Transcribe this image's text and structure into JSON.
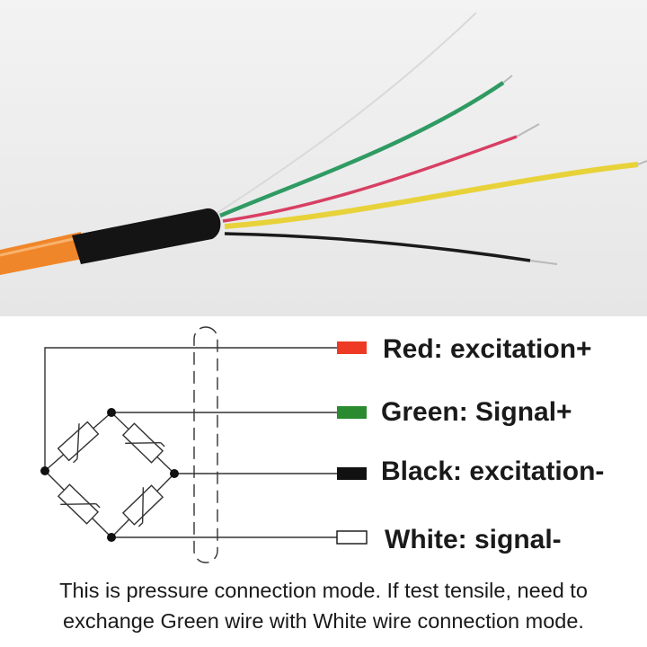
{
  "wires": [
    {
      "name": "red",
      "label": "Red: excitation+",
      "color": "#ee3a24"
    },
    {
      "name": "green",
      "label": "Green: Signal+",
      "color": "#2a8a2f"
    },
    {
      "name": "black",
      "label": "Black: excitation-",
      "color": "#111111"
    },
    {
      "name": "white",
      "label": "White: signal-",
      "color": "#ffffff"
    }
  ],
  "note": {
    "line1": "This is pressure connection mode. If test tensile, need to",
    "line2": "exchange Green wire with White wire connection mode."
  },
  "colors": {
    "cable_jacket": "#f0862a",
    "heat_shrink": "#141414",
    "wire_yellow": "#e8d23a",
    "wire_pink": "#d83f63",
    "wire_green": "#2f9b63",
    "wire_black": "#1b1b1b",
    "wire_white": "#d9d9d9"
  }
}
